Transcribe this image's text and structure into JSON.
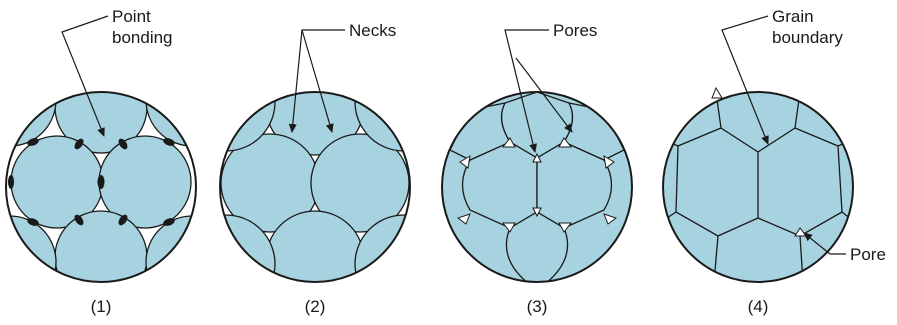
{
  "panels": [
    {
      "caption": "(1)",
      "label_lines": [
        "Point",
        "bonding"
      ]
    },
    {
      "caption": "(2)",
      "label_lines": [
        "Necks"
      ]
    },
    {
      "caption": "(3)",
      "label_lines": [
        "Pores"
      ]
    },
    {
      "caption": "(4)",
      "label_lines": [
        "Grain",
        "boundary"
      ],
      "extra_label": "Pore"
    }
  ],
  "colors": {
    "grain": "#a6d3df",
    "outline": "#1a1a1a",
    "pore": "#ffffff",
    "bond": "#1a1a1a"
  }
}
